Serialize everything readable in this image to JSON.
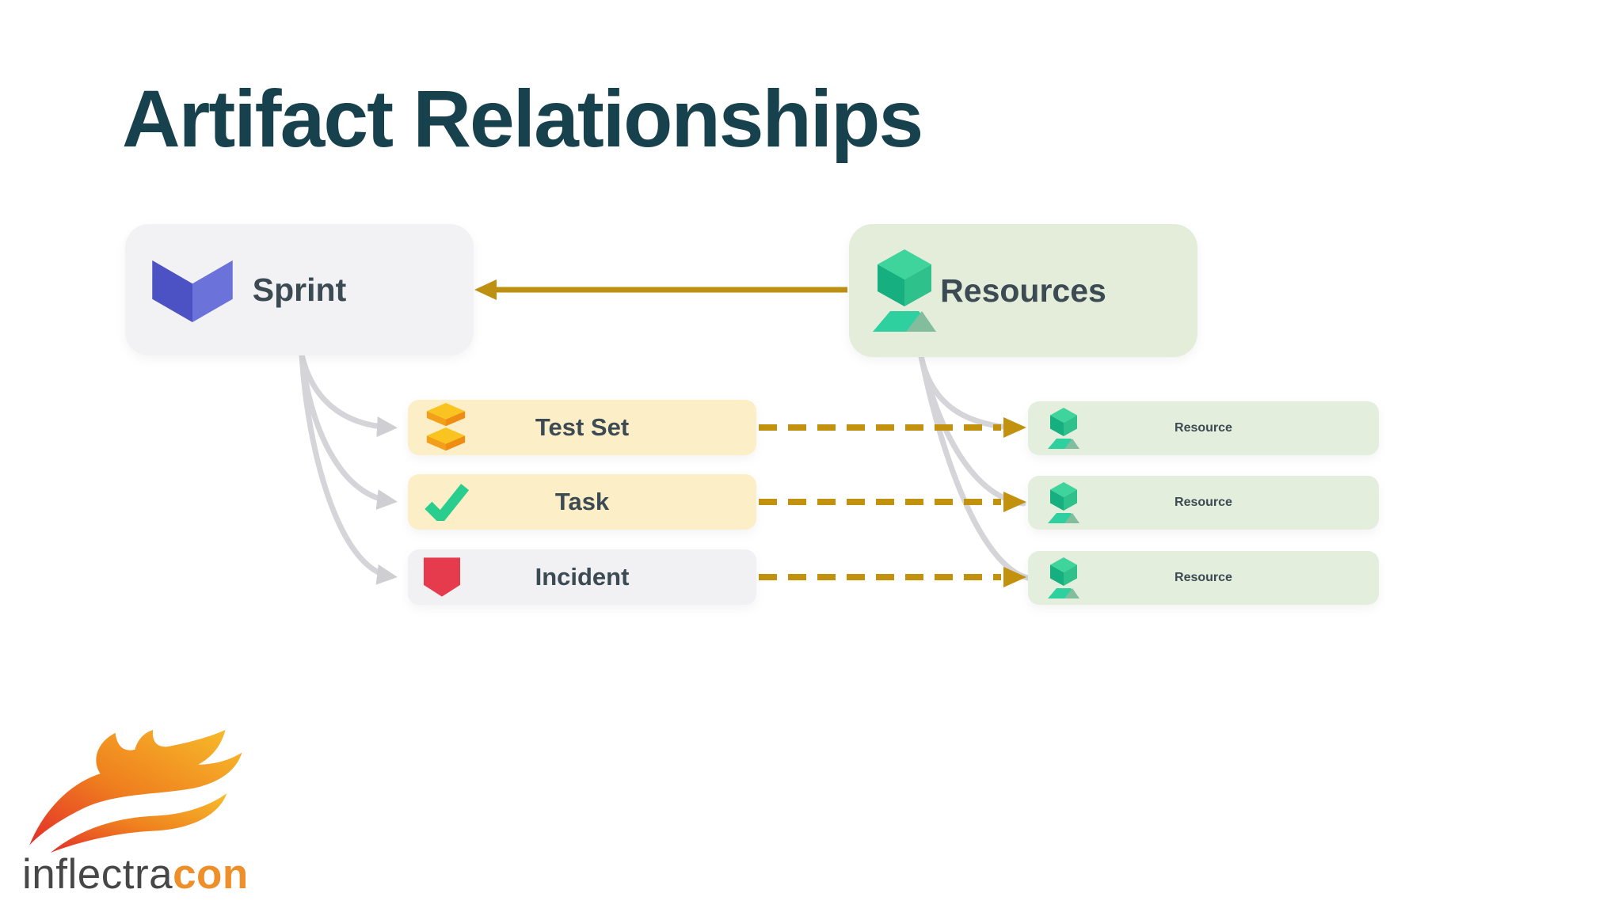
{
  "title": "Artifact Relationships",
  "nodes": {
    "sprint": {
      "label": "Sprint"
    },
    "resources": {
      "label": "Resources"
    },
    "artifacts": [
      {
        "label": "Test Set"
      },
      {
        "label": "Task"
      },
      {
        "label": "Incident"
      }
    ],
    "resource_items": [
      {
        "label": "Resource"
      },
      {
        "label": "Resource"
      },
      {
        "label": "Resource"
      }
    ]
  },
  "relationships": [
    {
      "from": "Resources",
      "to": "Sprint",
      "style": "solid-gold-arrow"
    },
    {
      "from": "Sprint",
      "to": "Test Set",
      "style": "gray-curved-arrow"
    },
    {
      "from": "Sprint",
      "to": "Task",
      "style": "gray-curved-arrow"
    },
    {
      "from": "Sprint",
      "to": "Incident",
      "style": "gray-curved-arrow"
    },
    {
      "from": "Test Set",
      "to": "Resource",
      "style": "dashed-gold-arrow"
    },
    {
      "from": "Task",
      "to": "Resource",
      "style": "dashed-gold-arrow"
    },
    {
      "from": "Incident",
      "to": "Resource",
      "style": "dashed-gold-arrow"
    },
    {
      "from": "Resources",
      "to": "Resource",
      "style": "gray-curved-arrow"
    }
  ],
  "logo": {
    "brand": "inflectra",
    "brand_accent": "con"
  },
  "colors": {
    "title_text": "#17414C",
    "node_label_text": "#3C4A53",
    "gold_arrow": "#BD9012",
    "gray_arrow": "#D5D4D8",
    "sprint_node_bg": "#F2F2F4",
    "resources_node_bg": "#E3EDDA",
    "artifact_yellow_bg": "#FCEEC6",
    "artifact_gray_bg": "#F1F1F3",
    "resource_item_bg": "#E4EEDC",
    "logo_brand_text": "#474747",
    "logo_accent_text": "#EE8F2A"
  }
}
